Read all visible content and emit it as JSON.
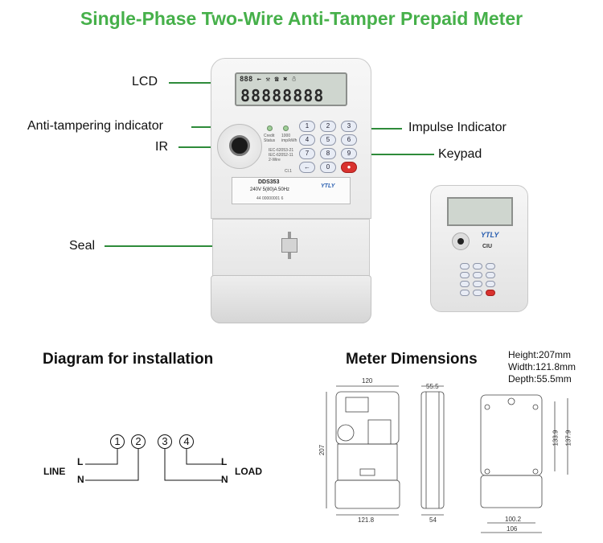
{
  "title": "Single-Phase Two-Wire Anti-Tamper Prepaid Meter",
  "callouts": {
    "lcd": "LCD",
    "anti_tamper": "Anti-tampering indicator",
    "ir": "IR",
    "seal": "Seal",
    "impulse": "Impulse Indicator",
    "keypad": "Keypad"
  },
  "meter": {
    "lcd_top": "888 ← ⚒ ☎ ✖ ☃",
    "lcd_main": "88888888",
    "credit_status": "Credit\nStatus",
    "impulse_rate": "1000\nimp/kWh",
    "standards": "IEC-62053-21\nIEC-62052-11\n2-Wire",
    "class": "Cl.1",
    "model": "DDS353",
    "rating": "240V  5(80)A 50Hz",
    "serial": "44 00000001 6",
    "brand": "YTLY",
    "keys": [
      "1",
      "2",
      "3",
      "4",
      "5",
      "6",
      "7",
      "8",
      "9",
      "←",
      "0",
      "●"
    ]
  },
  "ciu": {
    "brand": "YTLY",
    "name": "CIU"
  },
  "installation": {
    "heading": "Diagram for installation",
    "terminals": [
      "1",
      "2",
      "3",
      "4"
    ],
    "line_label": "LINE",
    "load_label": "LOAD",
    "l": "L",
    "n": "N",
    "l2": "L",
    "n2": "N"
  },
  "dimensions": {
    "heading": "Meter Dimensions",
    "height": "Height:207mm",
    "width": "Width:121.8mm",
    "depth": "Depth:55.5mm",
    "front_top": "120",
    "front_side": "207",
    "front_bottom": "121.8",
    "side_top": "55.5",
    "side_bottom": "54",
    "back_h1": "133.9",
    "back_h2": "137.9",
    "back_w1": "100.2",
    "back_w2": "106"
  }
}
